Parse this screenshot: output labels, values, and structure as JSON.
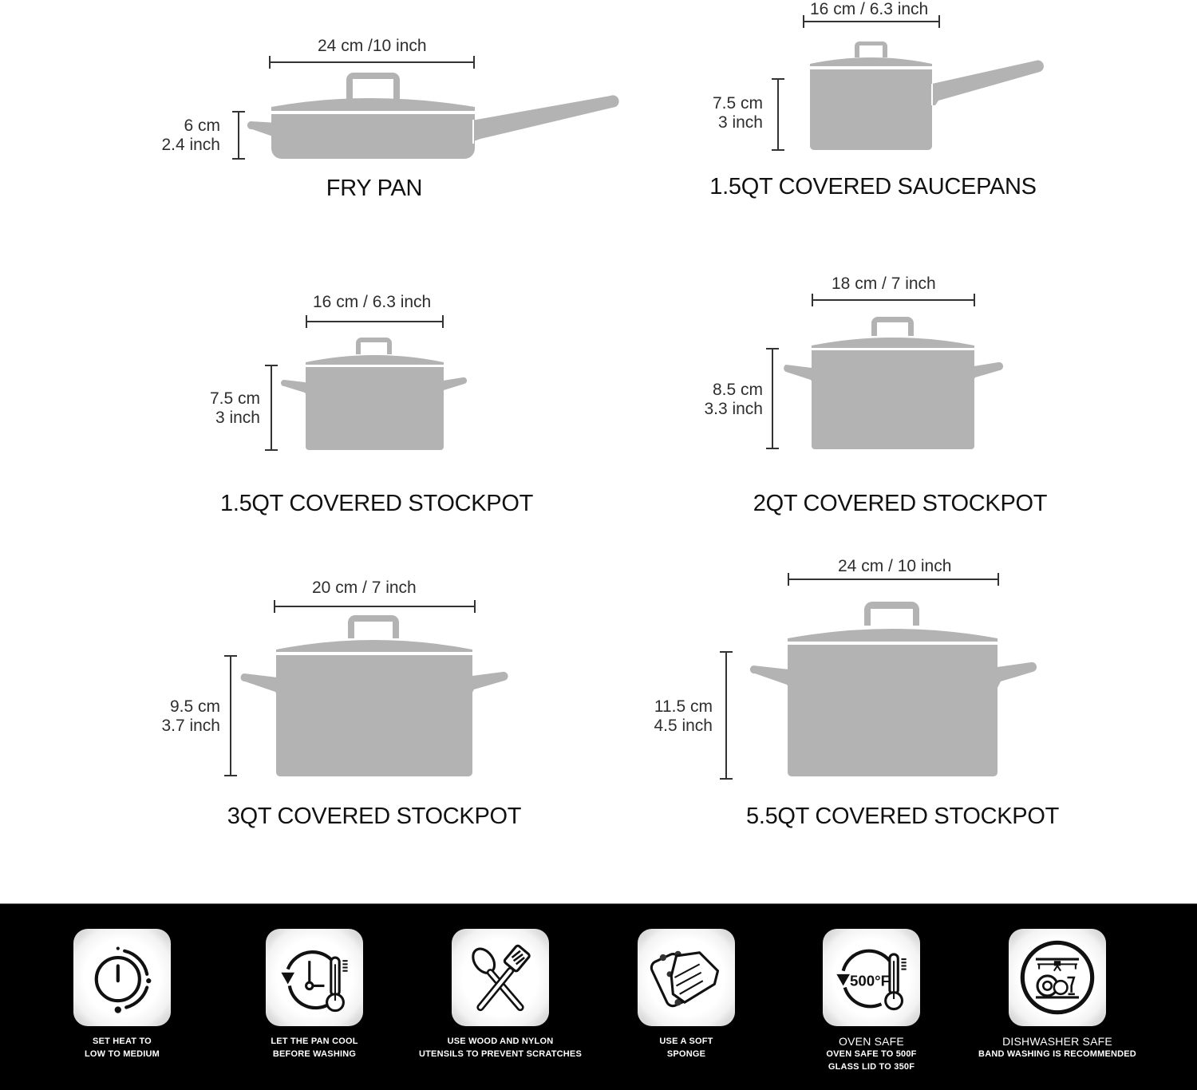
{
  "colors": {
    "cookware": "#b3b3b3",
    "dimension_line": "#333333",
    "band": "#000000",
    "band_text": "#ffffff"
  },
  "items": [
    {
      "title": "FRY PAN",
      "width": "24 cm /10 inch",
      "height_cm": "6 cm",
      "height_in": "2.4 inch"
    },
    {
      "title": "1.5QT COVERED SAUCEPANS",
      "width": "16 cm / 6.3 inch",
      "height_cm": "7.5 cm",
      "height_in": "3 inch"
    },
    {
      "title": "1.5QT COVERED STOCKPOT",
      "width": "16 cm / 6.3 inch",
      "height_cm": "7.5 cm",
      "height_in": "3 inch"
    },
    {
      "title": "2QT COVERED STOCKPOT",
      "width": "18 cm / 7 inch",
      "height_cm": "8.5 cm",
      "height_in": "3.3 inch"
    },
    {
      "title": "3QT COVERED STOCKPOT",
      "width": "20 cm / 7 inch",
      "height_cm": "9.5 cm",
      "height_in": "3.7 inch"
    },
    {
      "title": "5.5QT COVERED STOCKPOT",
      "width": "24 cm / 10 inch",
      "height_cm": "11.5 cm",
      "height_in": "4.5 inch"
    }
  ],
  "care": [
    {
      "icon": "heat-dial-icon",
      "lines": [
        "SET HEAT TO",
        "LOW TO MEDIUM"
      ]
    },
    {
      "icon": "cool-down-icon",
      "lines": [
        "LET THE PAN COOL",
        "BEFORE WASHING"
      ]
    },
    {
      "icon": "utensils-icon",
      "lines": [
        "USE WOOD AND NYLON",
        "UTENSILS TO PREVENT SCRATCHES"
      ]
    },
    {
      "icon": "sponge-icon",
      "lines": [
        "USE A SOFT",
        "SPONGE"
      ]
    },
    {
      "icon": "oven-safe-icon",
      "icon_text": "500°F",
      "heading": "OVEN SAFE",
      "lines": [
        "OVEN SAFE TO 500F",
        "GLASS LID TO 350F"
      ]
    },
    {
      "icon": "dishwasher-icon",
      "heading": "DISHWASHER SAFE",
      "lines": [
        "BAND WASHING IS RECOMMENDED"
      ]
    }
  ]
}
